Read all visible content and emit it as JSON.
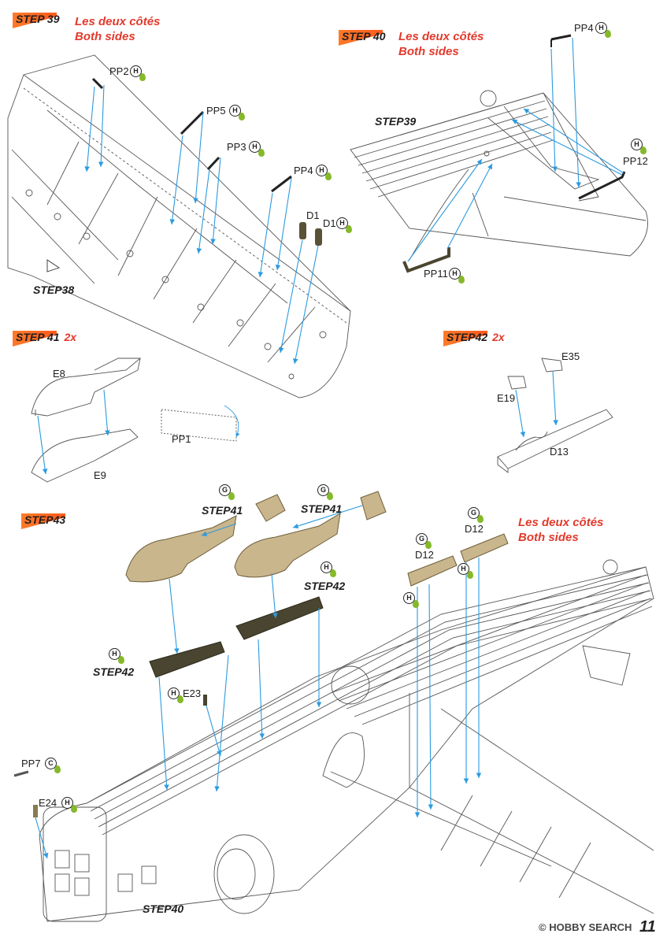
{
  "steps": {
    "s39": {
      "num": "STEP 39",
      "note_fr": "Les deux côtés",
      "note_en": "Both sides"
    },
    "s40": {
      "num": "STEP 40",
      "note_fr": "Les deux côtés",
      "note_en": "Both sides"
    },
    "s41": {
      "num": "STEP 41",
      "count": "2x"
    },
    "s42": {
      "num": "STEP42",
      "count": "2x"
    },
    "s43": {
      "num": "STEP43",
      "note_fr": "Les deux côtés",
      "note_en": "Both sides"
    }
  },
  "refs": {
    "step38": "STEP38",
    "step39": "STEP39",
    "step40": "STEP40",
    "step41a": "STEP41",
    "step41b": "STEP41",
    "step42a": "STEP42",
    "step42b": "STEP42"
  },
  "parts": {
    "pp2": "PP2",
    "pp5": "PP5",
    "pp3": "PP3",
    "pp4a": "PP4",
    "d1a": "D1",
    "d1b": "D1",
    "pp4b": "PP4",
    "pp12": "PP12",
    "pp11": "PP11",
    "e8": "E8",
    "e9": "E9",
    "pp1": "PP1",
    "e35": "E35",
    "e19": "E19",
    "d13": "D13",
    "d12a": "D12",
    "d12b": "D12",
    "e23": "E23",
    "pp7": "PP7",
    "e24": "E24"
  },
  "badges": {
    "h": "H",
    "g": "G",
    "c": "C"
  },
  "colors": {
    "banner": "#ff6a1f",
    "note": "#e23a2c",
    "arrow": "#2b9be0",
    "part_fill": "#c9b68c",
    "part_dark": "#4a4530",
    "glue": "#86b92a"
  },
  "footer": {
    "watermark": "© HOBBY SEARCH",
    "page": "11"
  }
}
